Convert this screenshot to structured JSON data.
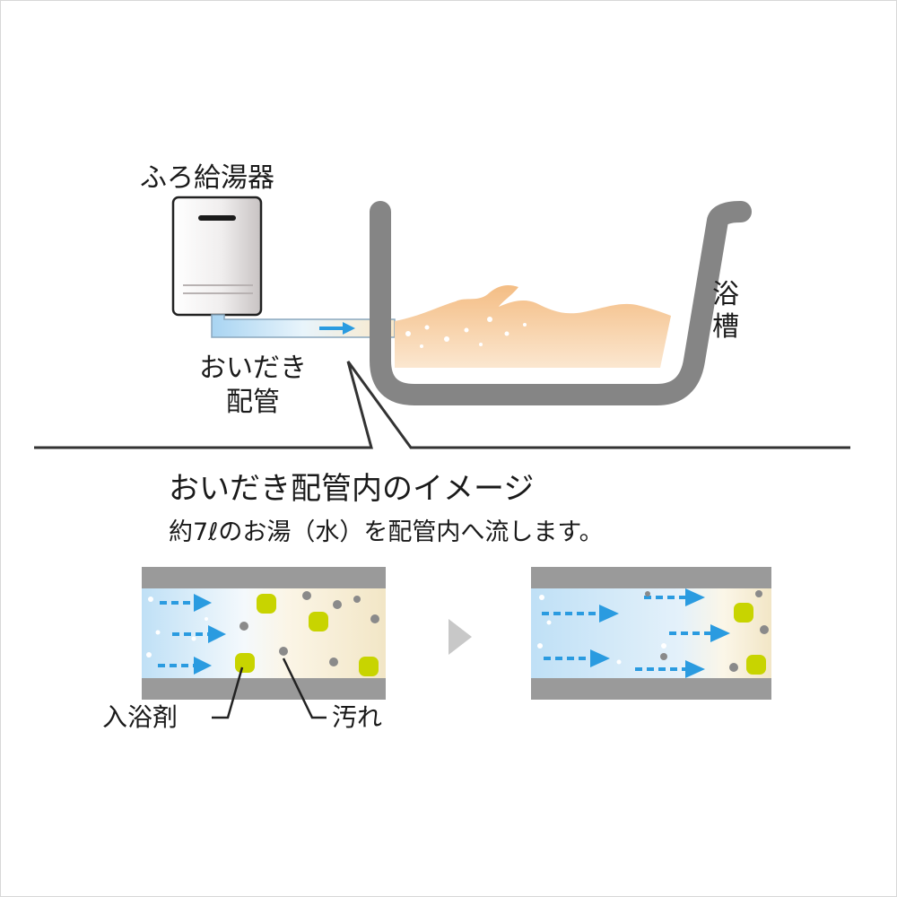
{
  "labels": {
    "water_heater": "ふろ給湯器",
    "reheat_pipe": "おいだき\n配管",
    "bathtub": "浴\n槽",
    "title": "おいだき配管内のイメージ",
    "description": "約7ℓのお湯（水）を配管内へ流します。",
    "bath_additive": "入浴剤",
    "dirt": "汚れ"
  },
  "icons": {
    "flow_arrow": "arrow-right-icon",
    "next_arrow": "triangle-right-icon"
  },
  "colors": {
    "arrow": "#2a9be0",
    "bath_water": "#f5c48e",
    "pipe_wall": "#9a9a9a",
    "bath_additive": "#c8d400",
    "dirt": "#8a8a8a",
    "clean_water": "#cfe8f8"
  }
}
